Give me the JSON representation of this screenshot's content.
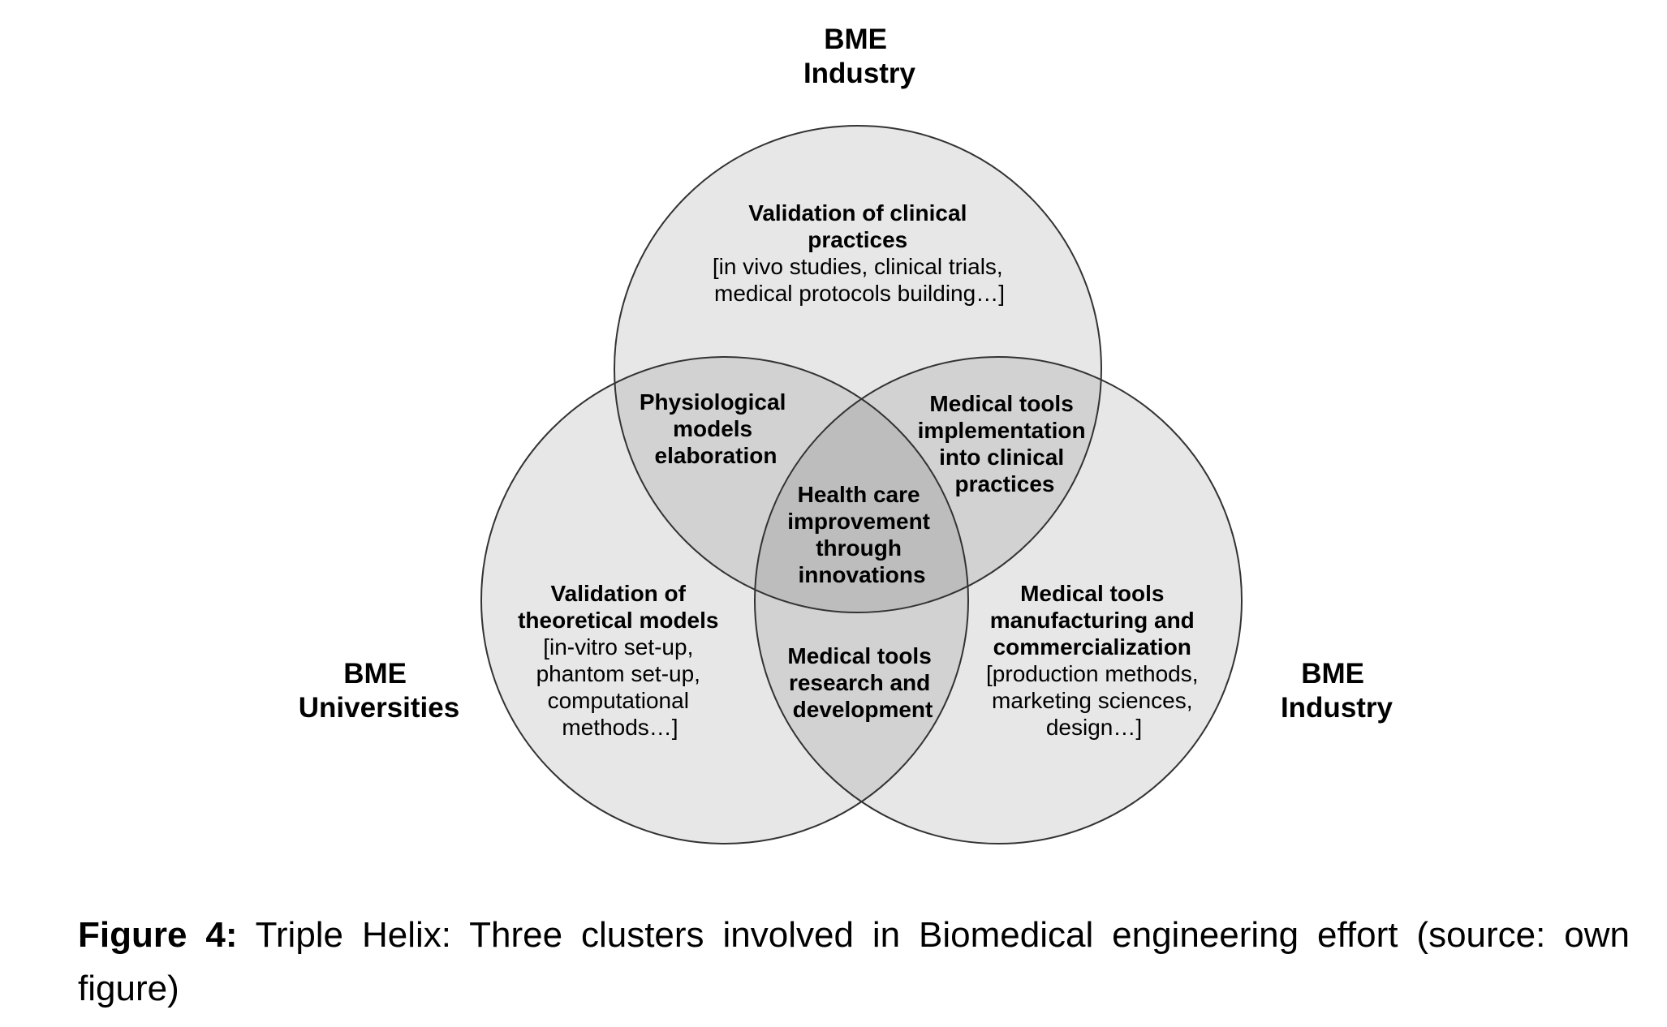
{
  "clusters": {
    "top": [
      "BME",
      "Industry"
    ],
    "left": [
      "BME",
      "Universities"
    ],
    "right": [
      "BME",
      "Industry"
    ]
  },
  "regions": {
    "top_only": {
      "title": [
        "Validation of clinical",
        "practices"
      ],
      "details": [
        "[in vivo studies, clinical trials,",
        "medical protocols building…]"
      ]
    },
    "left_only": {
      "title": [
        "Validation of",
        "theoretical models"
      ],
      "details": [
        "[in-vitro set-up,",
        "phantom set-up,",
        "computational",
        "methods…]"
      ]
    },
    "right_only": {
      "title": [
        "Medical tools",
        "manufacturing and",
        "commercialization"
      ],
      "details": [
        "[production methods,",
        "marketing sciences,",
        "design…]"
      ]
    },
    "top_left": {
      "title": [
        "Physiological",
        "models",
        "elaboration"
      ]
    },
    "top_right": {
      "title": [
        "Medical tools",
        "implementation",
        "into clinical",
        "practices"
      ]
    },
    "left_right": {
      "title": [
        "Medical tools",
        "research and",
        "development"
      ]
    },
    "center": {
      "title": [
        "Health care",
        "improvement",
        "through",
        "innovations"
      ]
    }
  },
  "caption": {
    "label": "Figure 4:",
    "text": "Triple Helix: Three clusters involved in Biomedical engineering effort (source: own figure)"
  },
  "colors": {
    "circle_fill": "#e6e6e6",
    "circle_stroke": "#333333"
  }
}
